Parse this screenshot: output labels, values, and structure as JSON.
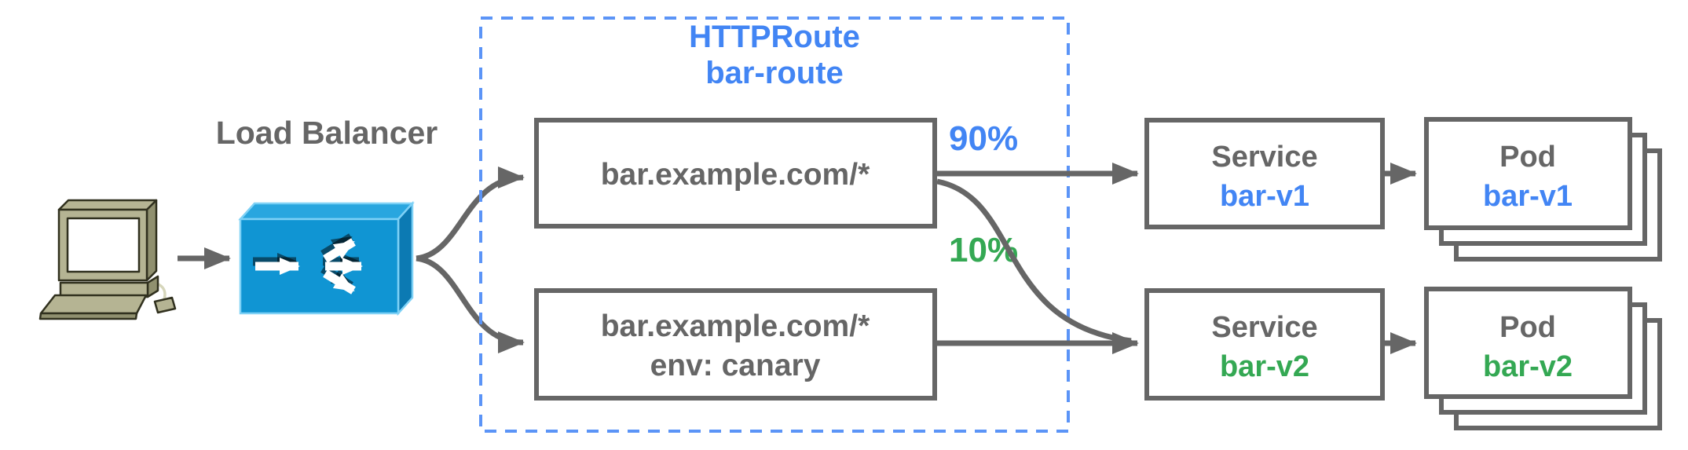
{
  "colors": {
    "gray": "#666666",
    "blue": "#4285f4",
    "green": "#34a853",
    "dash_blue": "#5b94f7",
    "lb_front": "#1095d3",
    "lb_top": "#29a6df",
    "lb_side": "#0c7ab3",
    "lb_edge": "#7ed1f6",
    "pc_body": "#b5b493",
    "pc_dark": "#90906f",
    "pc_outline": "#30301e",
    "pc_cable": "#d6d6bb"
  },
  "client": {
    "icon": "desktop-computer-icon"
  },
  "load_balancer": {
    "label": "Load Balancer",
    "icon": "load-balancer-icon"
  },
  "httproute_group": {
    "title_line1": "HTTPRoute",
    "title_line2": "bar-route",
    "rules": [
      {
        "match": "bar.example.com/*"
      },
      {
        "match": "bar.example.com/*",
        "header": "env: canary"
      }
    ],
    "weights": {
      "to_v1": "90%",
      "to_v2": "10%"
    }
  },
  "services": [
    {
      "kind": "Service",
      "name": "bar-v1"
    },
    {
      "kind": "Service",
      "name": "bar-v2"
    }
  ],
  "pods": [
    {
      "kind": "Pod",
      "name": "bar-v1"
    },
    {
      "kind": "Pod",
      "name": "bar-v2"
    }
  ]
}
